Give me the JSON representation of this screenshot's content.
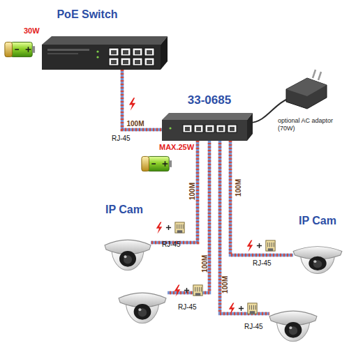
{
  "diagram": {
    "nodes": [
      {
        "text": [
          "PoE Switch"
        ]
      },
      {
        "text": [
          "33-0685"
        ]
      },
      {
        "text": [
          "IP Cam"
        ]
      },
      {
        "text": [
          "IP Cam"
        ]
      }
    ],
    "edges": [
      {
        "from": 0,
        "to": 1,
        "arrow": "none",
        "label": "100M"
      },
      {
        "from": 1,
        "to": 2,
        "arrow": "none",
        "label": "100M"
      },
      {
        "from": 1,
        "to": 3,
        "arrow": "none",
        "label": "100M"
      }
    ],
    "labels": [
      "30W",
      "RJ-45",
      "MAX.25W",
      "optional AC adaptor (70W)",
      "RJ-45",
      "RJ-45",
      "100M",
      "RJ-45",
      "100M",
      "RJ-45"
    ]
  }
}
